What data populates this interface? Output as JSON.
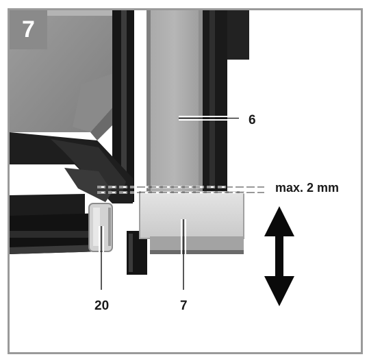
{
  "figure": {
    "number": "7",
    "callouts": {
      "blade": "6",
      "max_gap": "max. 2 mm",
      "part_20": "20",
      "part_7": "7"
    }
  }
}
